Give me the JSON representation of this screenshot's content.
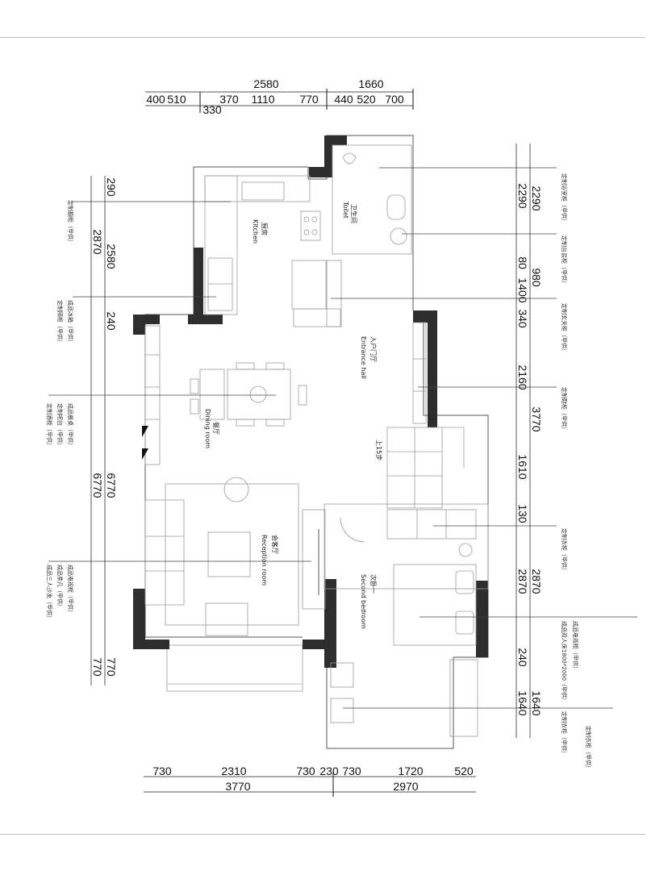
{
  "top_dims": {
    "overall": [
      "2580",
      "1660"
    ],
    "segments": [
      "400",
      "510",
      "370",
      "1110",
      "770",
      "440",
      "520",
      "700"
    ],
    "sub": "330"
  },
  "bottom_dims": {
    "segments": [
      "730",
      "2310",
      "730",
      "230",
      "730",
      "1720",
      "520"
    ],
    "overall": [
      "3770",
      "2970"
    ]
  },
  "left_dims": {
    "inner": [
      "290",
      "2580",
      "240"
    ],
    "inner_lower": [
      "770"
    ],
    "outer": [
      "2870",
      "6770",
      "6770",
      "770"
    ]
  },
  "right_dims": {
    "inner": [
      "2290",
      "80",
      "1400",
      "340",
      "2160",
      "1610",
      "130",
      "2870",
      "240",
      "1640"
    ],
    "outer": [
      "2290",
      "980",
      "3770",
      "2870",
      "1640"
    ]
  },
  "rooms": {
    "kitchen": {
      "cn": "厨房",
      "en": "Kitchen"
    },
    "toilet": {
      "cn": "卫生间",
      "en": "Toilet"
    },
    "entrance": {
      "cn": "入户门厅",
      "en": "Entrance hall"
    },
    "dining": {
      "cn": "餐厅",
      "en": "Dining room"
    },
    "reception": {
      "cn": "会客厅",
      "en": "Reception room"
    },
    "bedroom": {
      "cn": "次卧一",
      "en": "Second bedroom"
    },
    "stairs": "上15步"
  },
  "notes_left": [
    "定制橱柜（甲供）",
    "成品冰箱（甲供）",
    "定制隔柜（甲供）",
    "成品餐桌（甲供）",
    "定制吧台（甲供）",
    "定制酒柜（甲供）",
    "成品电视柜（甲供）",
    "成品茶几（甲供）",
    "成品三人沙发（甲供）"
  ],
  "notes_right": [
    "定制浴室柜（甲供）",
    "定制台盆柜（甲供）",
    "定制玄关柜（甲供）",
    "定制鞋柜（甲供）",
    "定制衣柜（甲供）",
    "成品双人床1800*2000（甲供）",
    "成品电视柜（甲供）",
    "定制衣柜（甲供）",
    "定制衣柜（甲供）"
  ]
}
